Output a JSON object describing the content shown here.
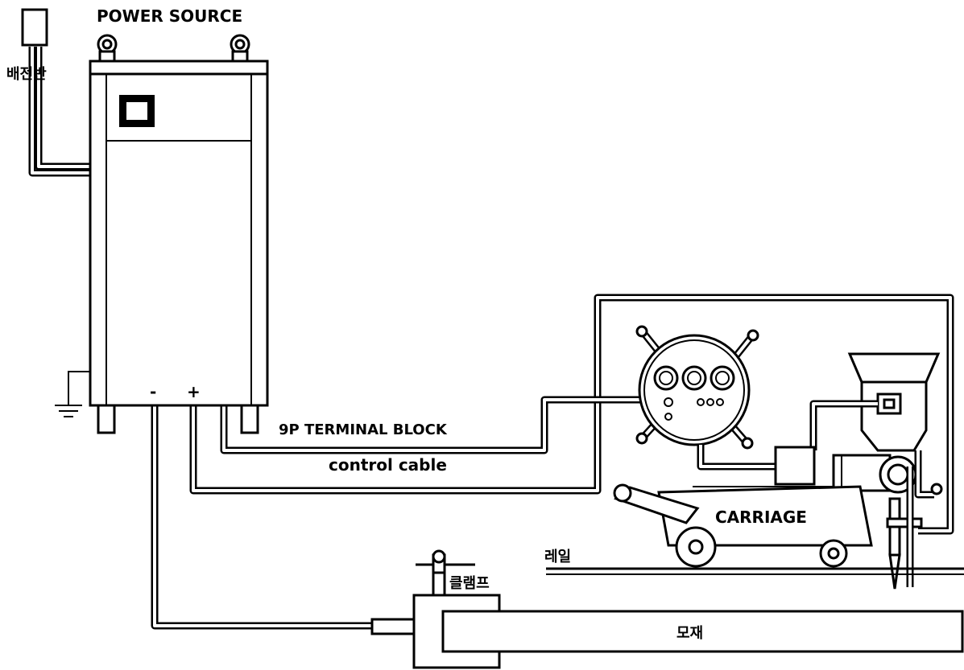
{
  "labels": {
    "power_source": "POWER SOURCE",
    "distribution_panel": "배전반",
    "minus": "-",
    "plus": "+",
    "terminal_block": "9P TERMINAL BLOCK",
    "control_cable": "control cable",
    "carriage": "CARRIAGE",
    "rail": "레일",
    "clamp": "클램프",
    "base_metal": "모재"
  },
  "colors": {
    "line": "#000000",
    "background": "#ffffff"
  }
}
